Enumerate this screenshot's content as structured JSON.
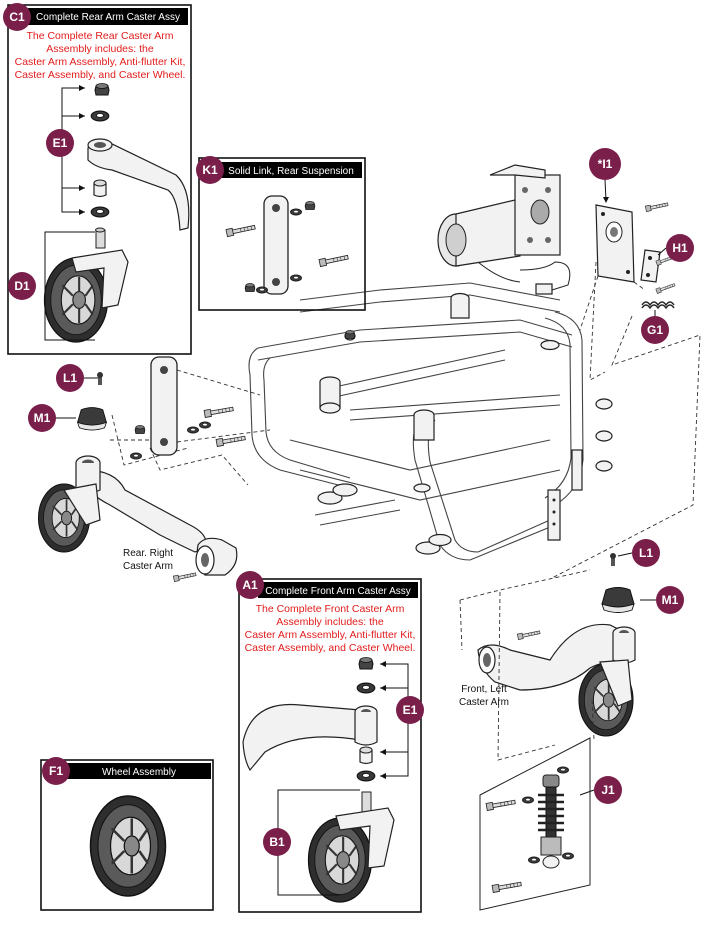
{
  "callouts": {
    "c1": "C1",
    "e1_rear": "E1",
    "d1": "D1",
    "k1": "K1",
    "i1": "*I1",
    "h1": "H1",
    "g1": "G1",
    "l1_rear": "L1",
    "m1_rear": "M1",
    "a1": "A1",
    "e1_front": "E1",
    "b1": "B1",
    "f1": "F1",
    "l1_front": "L1",
    "m1_front": "M1",
    "j1": "J1"
  },
  "panels": {
    "rear_assy": {
      "header": "Complete Rear Arm Caster Assy",
      "note": [
        "The Complete Rear Caster Arm",
        "Assembly includes: the",
        "Caster Arm Assembly, Anti-flutter Kit,",
        "Caster Assembly, and Caster Wheel."
      ]
    },
    "solid_link": {
      "header": "Solid Link, Rear Suspension"
    },
    "front_assy": {
      "header": "Complete Front Arm Caster Assy",
      "note": [
        "The Complete Front Caster Arm",
        "Assembly includes: the",
        "Caster Arm Assembly, Anti-flutter Kit,",
        "Caster Assembly, and Caster Wheel."
      ]
    },
    "wheel": {
      "header": "Wheel Assembly"
    }
  },
  "labels": {
    "rear_right": [
      "Rear. Right",
      "Caster Arm"
    ],
    "front_left": [
      "Front, Left",
      "Caster Arm"
    ]
  },
  "colors": {
    "badge": "#7a1f4a",
    "note_text": "#e21b1b",
    "header_bg": "#000000"
  }
}
